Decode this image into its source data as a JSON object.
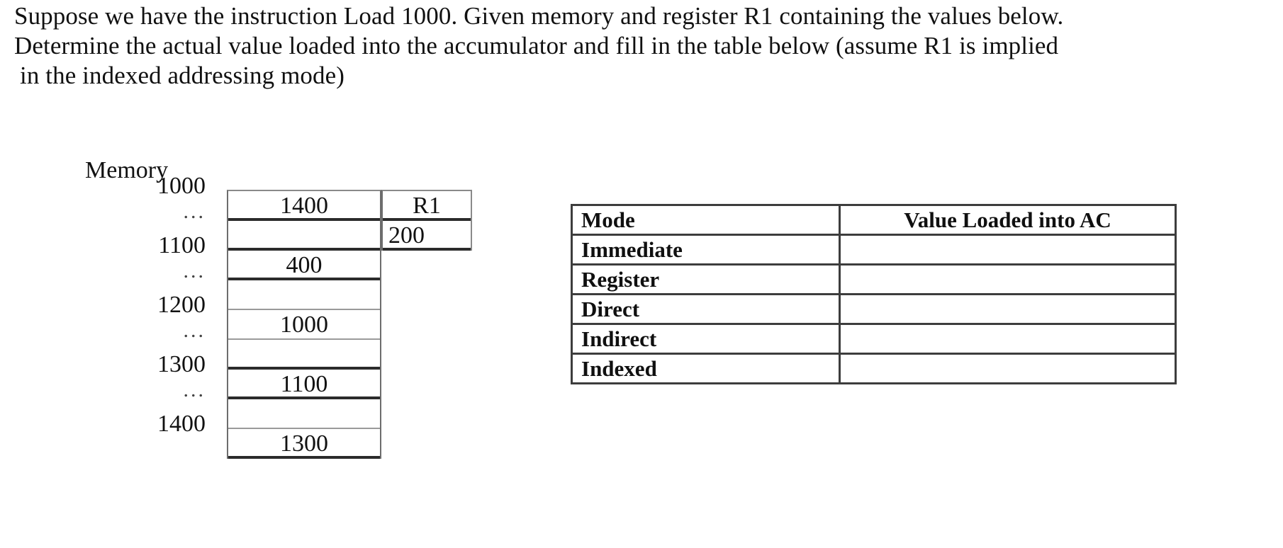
{
  "prompt": {
    "line1": "Suppose we have the instruction Load 1000. Given memory and register R1 containing the values below.",
    "line2": "Determine the actual value loaded into the accumulator and fill in the table below (assume R1 is implied",
    "line3": "in the indexed addressing mode)"
  },
  "memory_diagram": {
    "caption": "Memory",
    "address_labels": [
      "1000",
      "...",
      "1100",
      "...",
      "1200",
      "...",
      "1300",
      "...",
      "1400"
    ],
    "cells": [
      {
        "address": "1000",
        "value": "1400"
      },
      {
        "address": "",
        "value": ""
      },
      {
        "address": "1100",
        "value": "400"
      },
      {
        "address": "",
        "value": ""
      },
      {
        "address": "1200",
        "value": "1000"
      },
      {
        "address": "",
        "value": ""
      },
      {
        "address": "1300",
        "value": "1100"
      },
      {
        "address": "",
        "value": ""
      },
      {
        "address": "1400",
        "value": "1300"
      }
    ],
    "register": {
      "name": "R1",
      "value": "200"
    }
  },
  "modes_table": {
    "headers": [
      "Mode",
      "Value Loaded into AC"
    ],
    "rows": [
      {
        "mode": "Immediate",
        "value": ""
      },
      {
        "mode": "Register",
        "value": ""
      },
      {
        "mode": "Direct",
        "value": ""
      },
      {
        "mode": "Indirect",
        "value": ""
      },
      {
        "mode": "Indexed",
        "value": ""
      }
    ]
  },
  "colors": {
    "background": "#ffffff",
    "text": "#111111",
    "rule_strong": "#2b2b2b",
    "rule_light": "#9a9a9a",
    "table_border": "#3d3d3d"
  }
}
